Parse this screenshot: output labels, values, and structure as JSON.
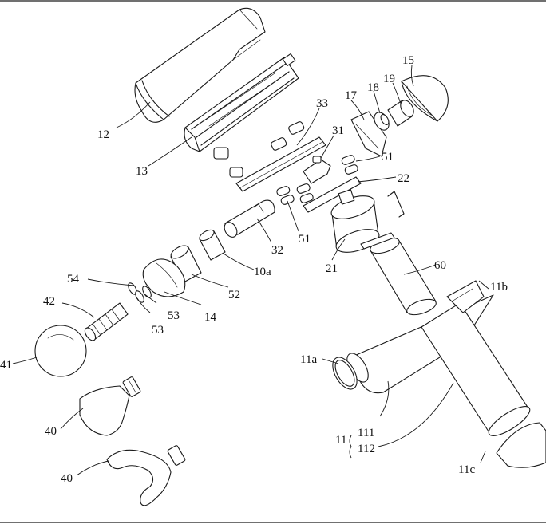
{
  "labels": {
    "l12": "12",
    "l13": "13",
    "l33": "33",
    "l17": "17",
    "l18": "18",
    "l19": "19",
    "l15": "15",
    "l31": "31",
    "l51a": "51",
    "l22": "22",
    "l51b": "51",
    "l32": "32",
    "l21": "21",
    "l10a": "10a",
    "l60": "60",
    "l11b": "11b",
    "l54": "54",
    "l42": "42",
    "l53a": "53",
    "l53b": "53",
    "l14": "14",
    "l52": "52",
    "l41": "41",
    "l11a": "11a",
    "l40a": "40",
    "l11": "11",
    "l111": "111",
    "l112": "112",
    "l11c": "11c",
    "l40b": "40"
  }
}
